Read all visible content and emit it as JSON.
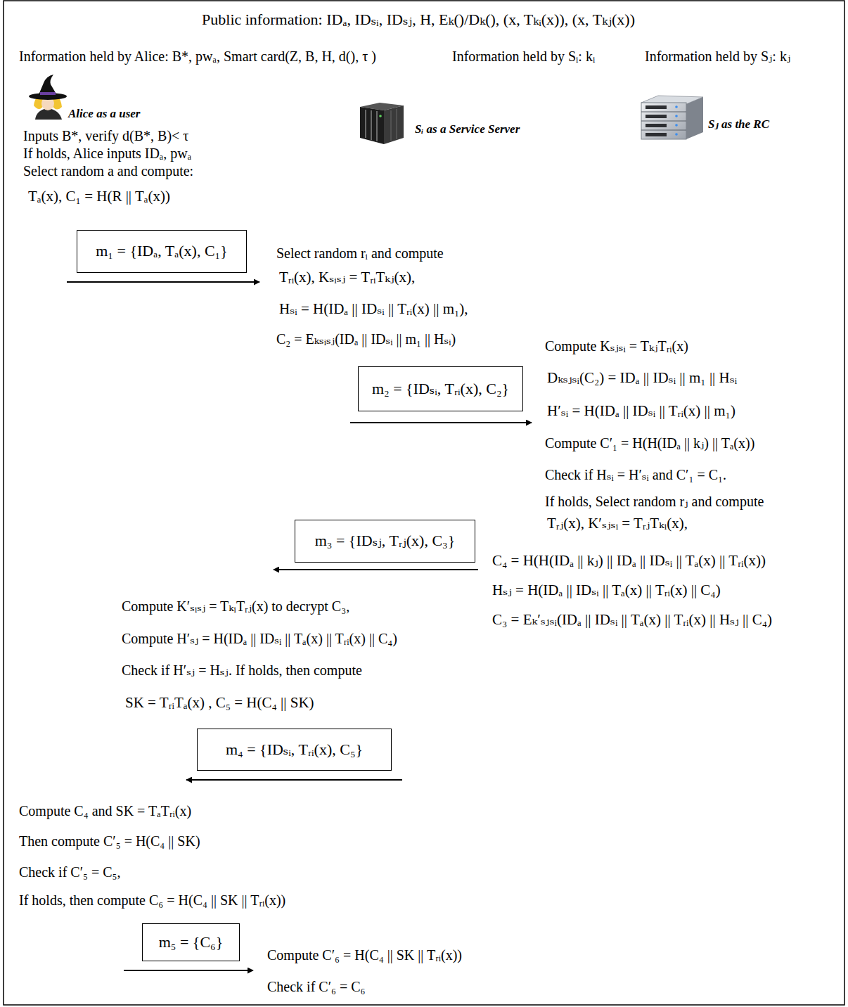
{
  "diagram": {
    "nodes": [
      {
        "text": [
          "m₁ = {IDₐ, Tₐ(x), C₁}"
        ]
      },
      {
        "text": [
          "m₂ = {IDₛᵢ, Tᵣᵢ(x), C₂}"
        ]
      },
      {
        "text": [
          "m₃ = {IDₛⱼ, Tᵣⱼ(x), C₃}"
        ]
      },
      {
        "text": [
          "m₄ = {IDₛᵢ, Tᵣᵢ(x), C₅}"
        ]
      },
      {
        "text": [
          "m₅ = {C₆}"
        ]
      }
    ],
    "labels": [
      "Public information: IDₐ, IDₛᵢ, IDₛⱼ, H, Eₖ()/Dₖ(), (x, Tₖᵢ(x)), (x, Tₖⱼ(x))",
      "Information held by Alice: B*, pwₐ, Smart card(Z, B, H, d(), τ )",
      "Information held by Sᵢ: kᵢ",
      "Information held by Sⱼ: kⱼ",
      "Alice as a user",
      "Sᵢ as a Service Server",
      "Sⱼ as the RC",
      "Inputs B*, verify d(B*, B)< τ",
      "If holds, Alice inputs IDₐ, pwₐ",
      "Select random a and compute:",
      "Tₐ(x), C₁ = H(R || Tₐ(x))",
      "Select random rᵢ and compute",
      "Tᵣᵢ(x), Kₛᵢₛⱼ = TᵣᵢTₖⱼ(x),",
      "Hₛᵢ = H(IDₐ || IDₛᵢ || Tᵣᵢ(x) || m₁),",
      "C₂ = Eₖₛᵢₛⱼ(IDₐ || IDₛᵢ || m₁ || Hₛᵢ)",
      "Compute Kₛⱼₛᵢ = TₖⱼTᵣᵢ(x)",
      "Dₖₛⱼₛᵢ(C₂) = IDₐ || IDₛᵢ || m₁ || Hₛᵢ",
      "H′ₛᵢ = H(IDₐ || IDₛᵢ || Tᵣᵢ(x) || m₁)",
      "Compute C′₁ = H(H(IDₐ || kⱼ) || Tₐ(x))",
      "Check if Hₛᵢ = H′ₛᵢ and C′₁ = C₁.",
      "If holds, Select random rⱼ and compute",
      "Tᵣⱼ(x), K′ₛⱼₛᵢ = TᵣⱼTₖᵢ(x),",
      "C₄ = H(H(IDₐ || kⱼ) || IDₐ || IDₛᵢ || Tₐ(x) || Tᵣᵢ(x))",
      "Hₛⱼ = H(IDₐ || IDₛᵢ || Tₐ(x) || Tᵣᵢ(x) || C₄)",
      "C₃ = Eₖ′ₛⱼₛᵢ(IDₐ || IDₛᵢ || Tₐ(x) || Tᵣᵢ(x) || Hₛⱼ || C₄)",
      "Compute K′ₛᵢₛⱼ = TₖᵢTᵣⱼ(x) to decrypt C₃,",
      "Compute H′ₛⱼ = H(IDₐ || IDₛᵢ || Tₐ(x) || Tᵣᵢ(x) || C₄)",
      "Check if H′ₛⱼ = Hₛⱼ. If holds, then compute",
      "SK = TᵣᵢTₐ(x) , C₅ = H(C₄ || SK)",
      "Compute C₄ and SK = TₐTᵣᵢ(x)",
      "Then compute C′₅ = H(C₄ || SK)",
      "Check if C′₅ = C₅,",
      "If holds, then compute C₆ = H(C₄ || SK || Tᵣᵢ(x))",
      "Compute C′₆ = H(C₄ || SK || Tᵣᵢ(x))",
      "Check if C′₆ = C₆"
    ]
  }
}
